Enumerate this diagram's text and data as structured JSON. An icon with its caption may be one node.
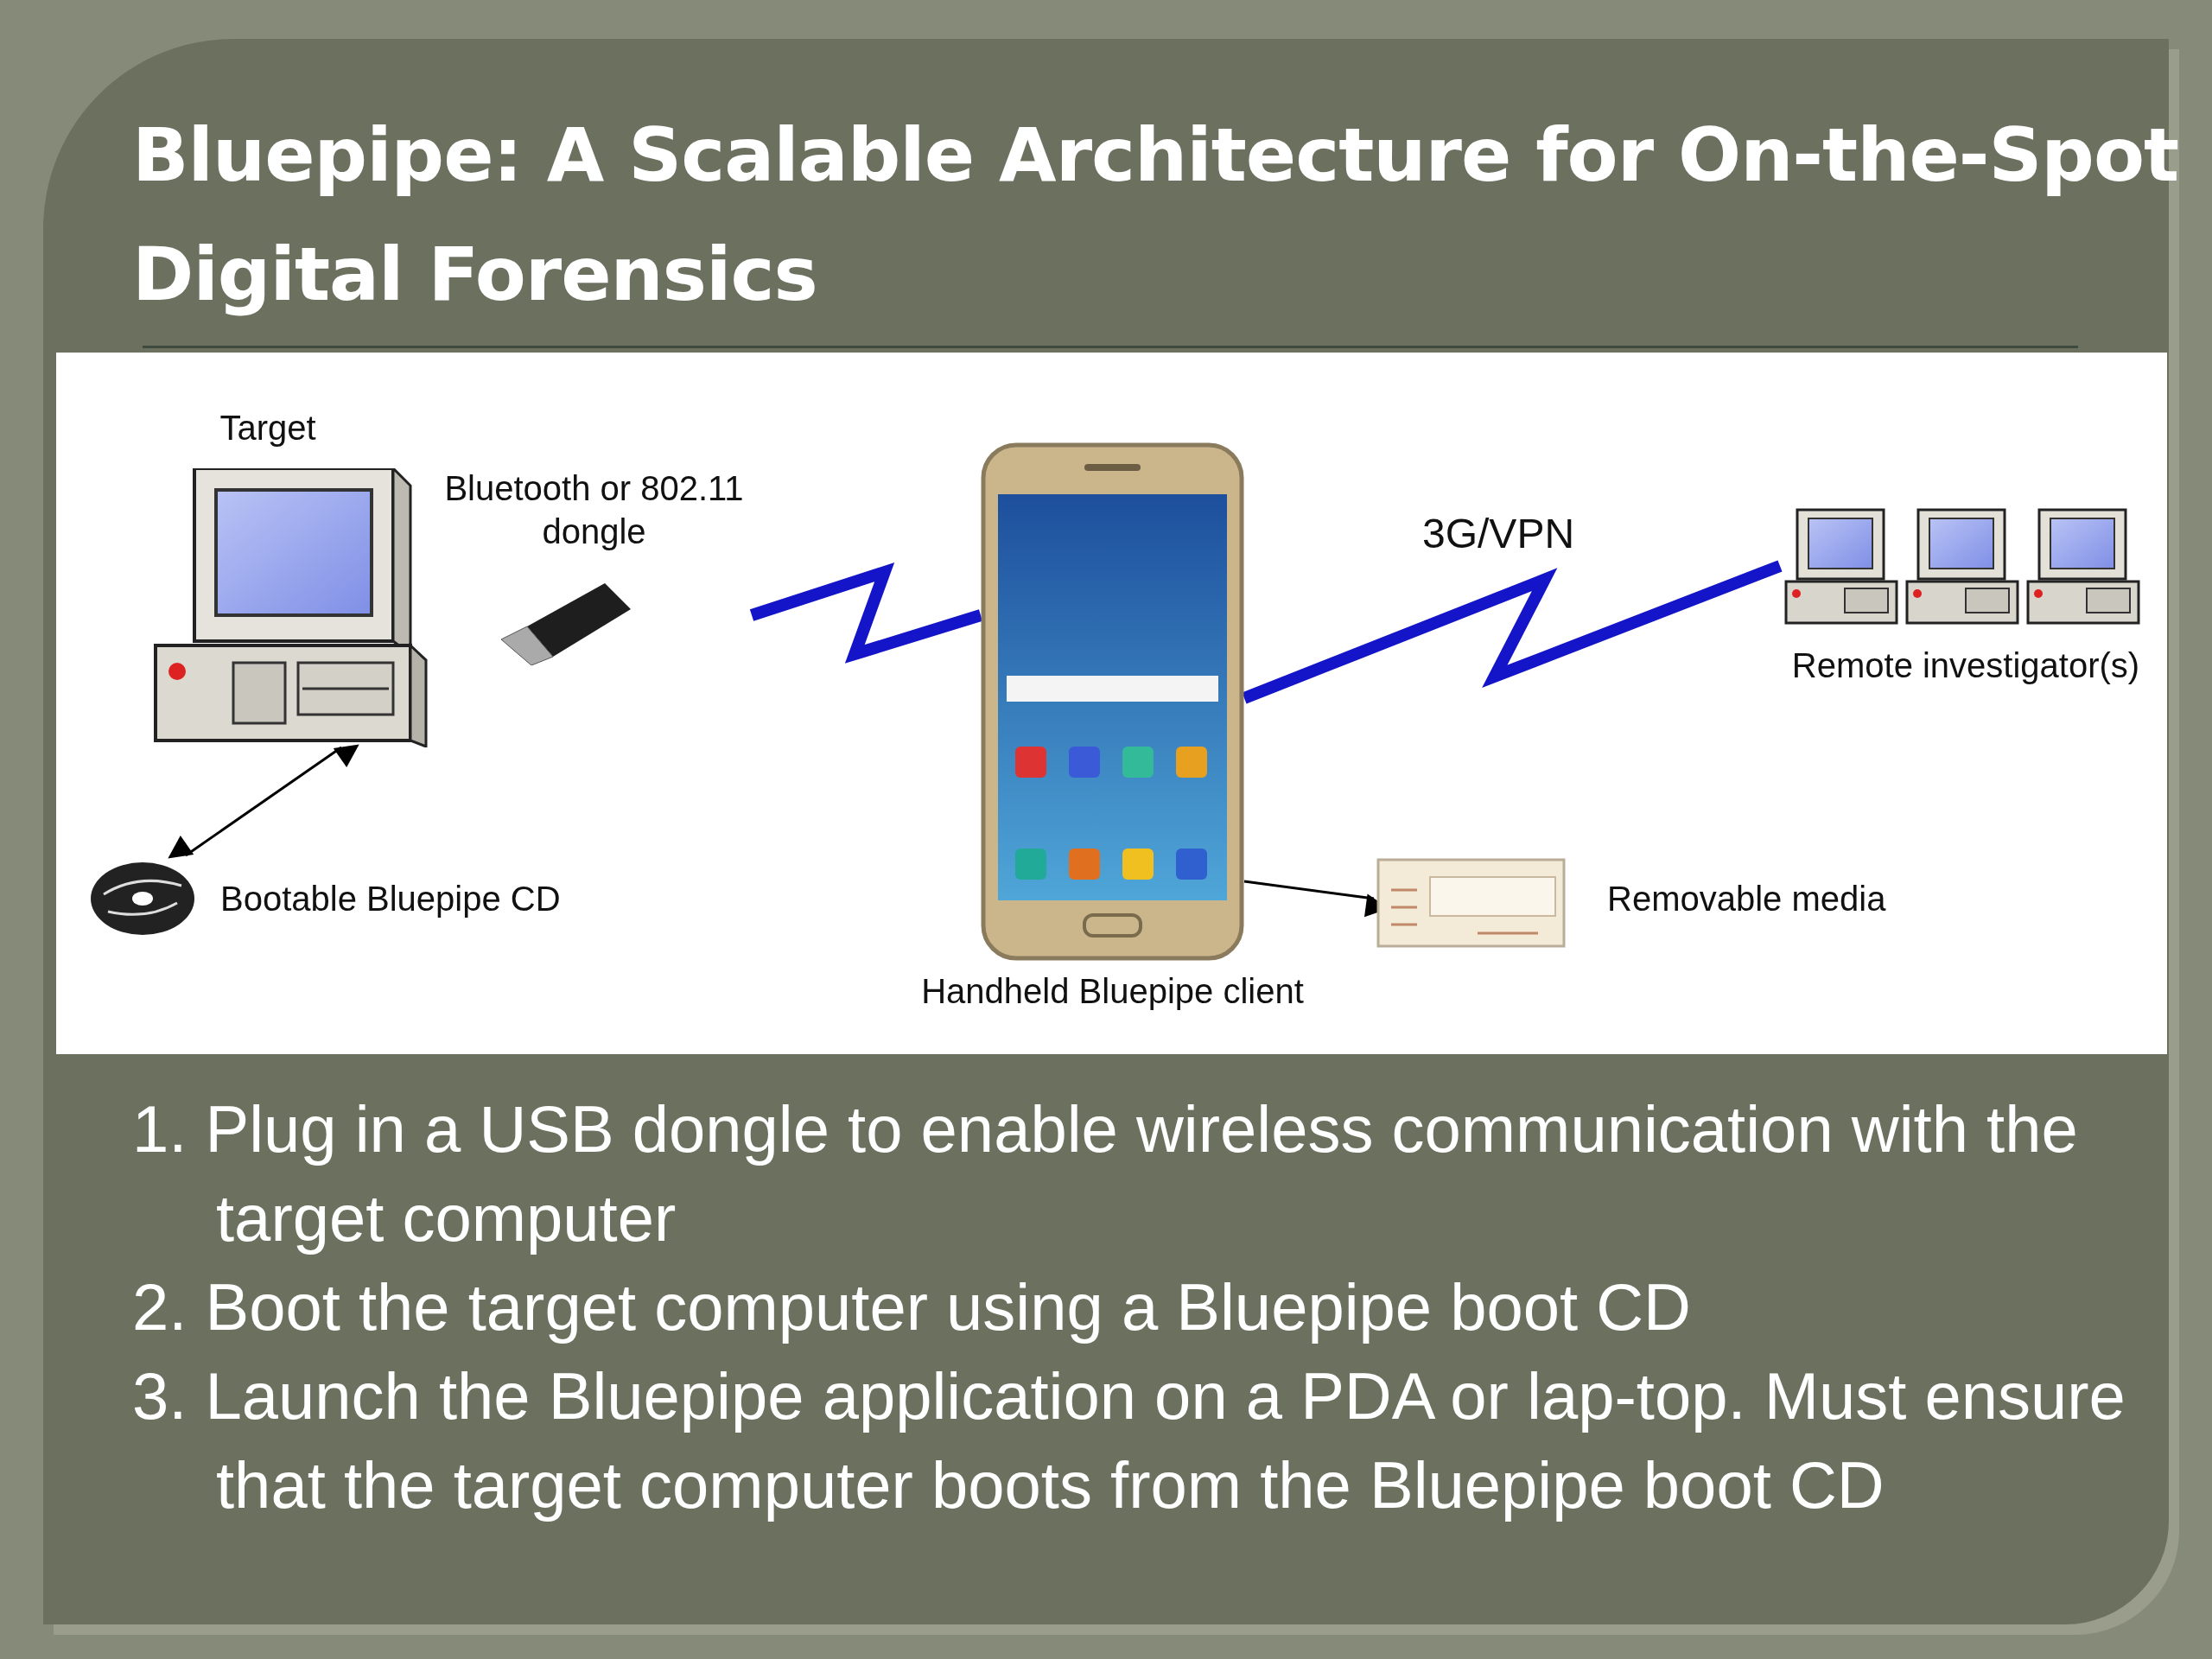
{
  "diagram": {
    "title": "Bluepipe: A Scalable Architecture for On-the-Spot Digital Forensics",
    "nodes": [
      {
        "text": [
          "Target"
        ]
      },
      {
        "text": [
          "Bluetooth or 802.11 dongle"
        ]
      },
      {
        "text": [
          "Handheld Bluepipe client"
        ]
      },
      {
        "text": [
          "Remote investigator(s)"
        ]
      },
      {
        "text": [],
        "shape": "picture",
        "beside": [
          "Removable media"
        ]
      },
      {
        "text": [],
        "shape": "picture",
        "beside": [
          "Bootable Bluepipe CD"
        ]
      }
    ],
    "edges": [
      {
        "from": 1,
        "to": 2,
        "arrow": "none",
        "style": "thick",
        "color": "#1414c8"
      },
      {
        "from": 2,
        "to": 3,
        "arrow": "none",
        "label": "3G/VPN",
        "style": "thick",
        "color": "#1414c8"
      },
      {
        "from": 0,
        "to": 5,
        "arrow": "both",
        "color": "#000000"
      },
      {
        "from": 2,
        "to": 4,
        "arrow": "to",
        "color": "#000000"
      }
    ],
    "labels": [
      "1. Plug in a USB dongle to enable wireless communication with the target computer",
      "2. Boot the target computer using a Bluepipe boot CD",
      "3. Launch the Bluepipe application on a PDA or lap-top. Must ensure that the target computer boots from the Bluepipe boot CD"
    ]
  }
}
